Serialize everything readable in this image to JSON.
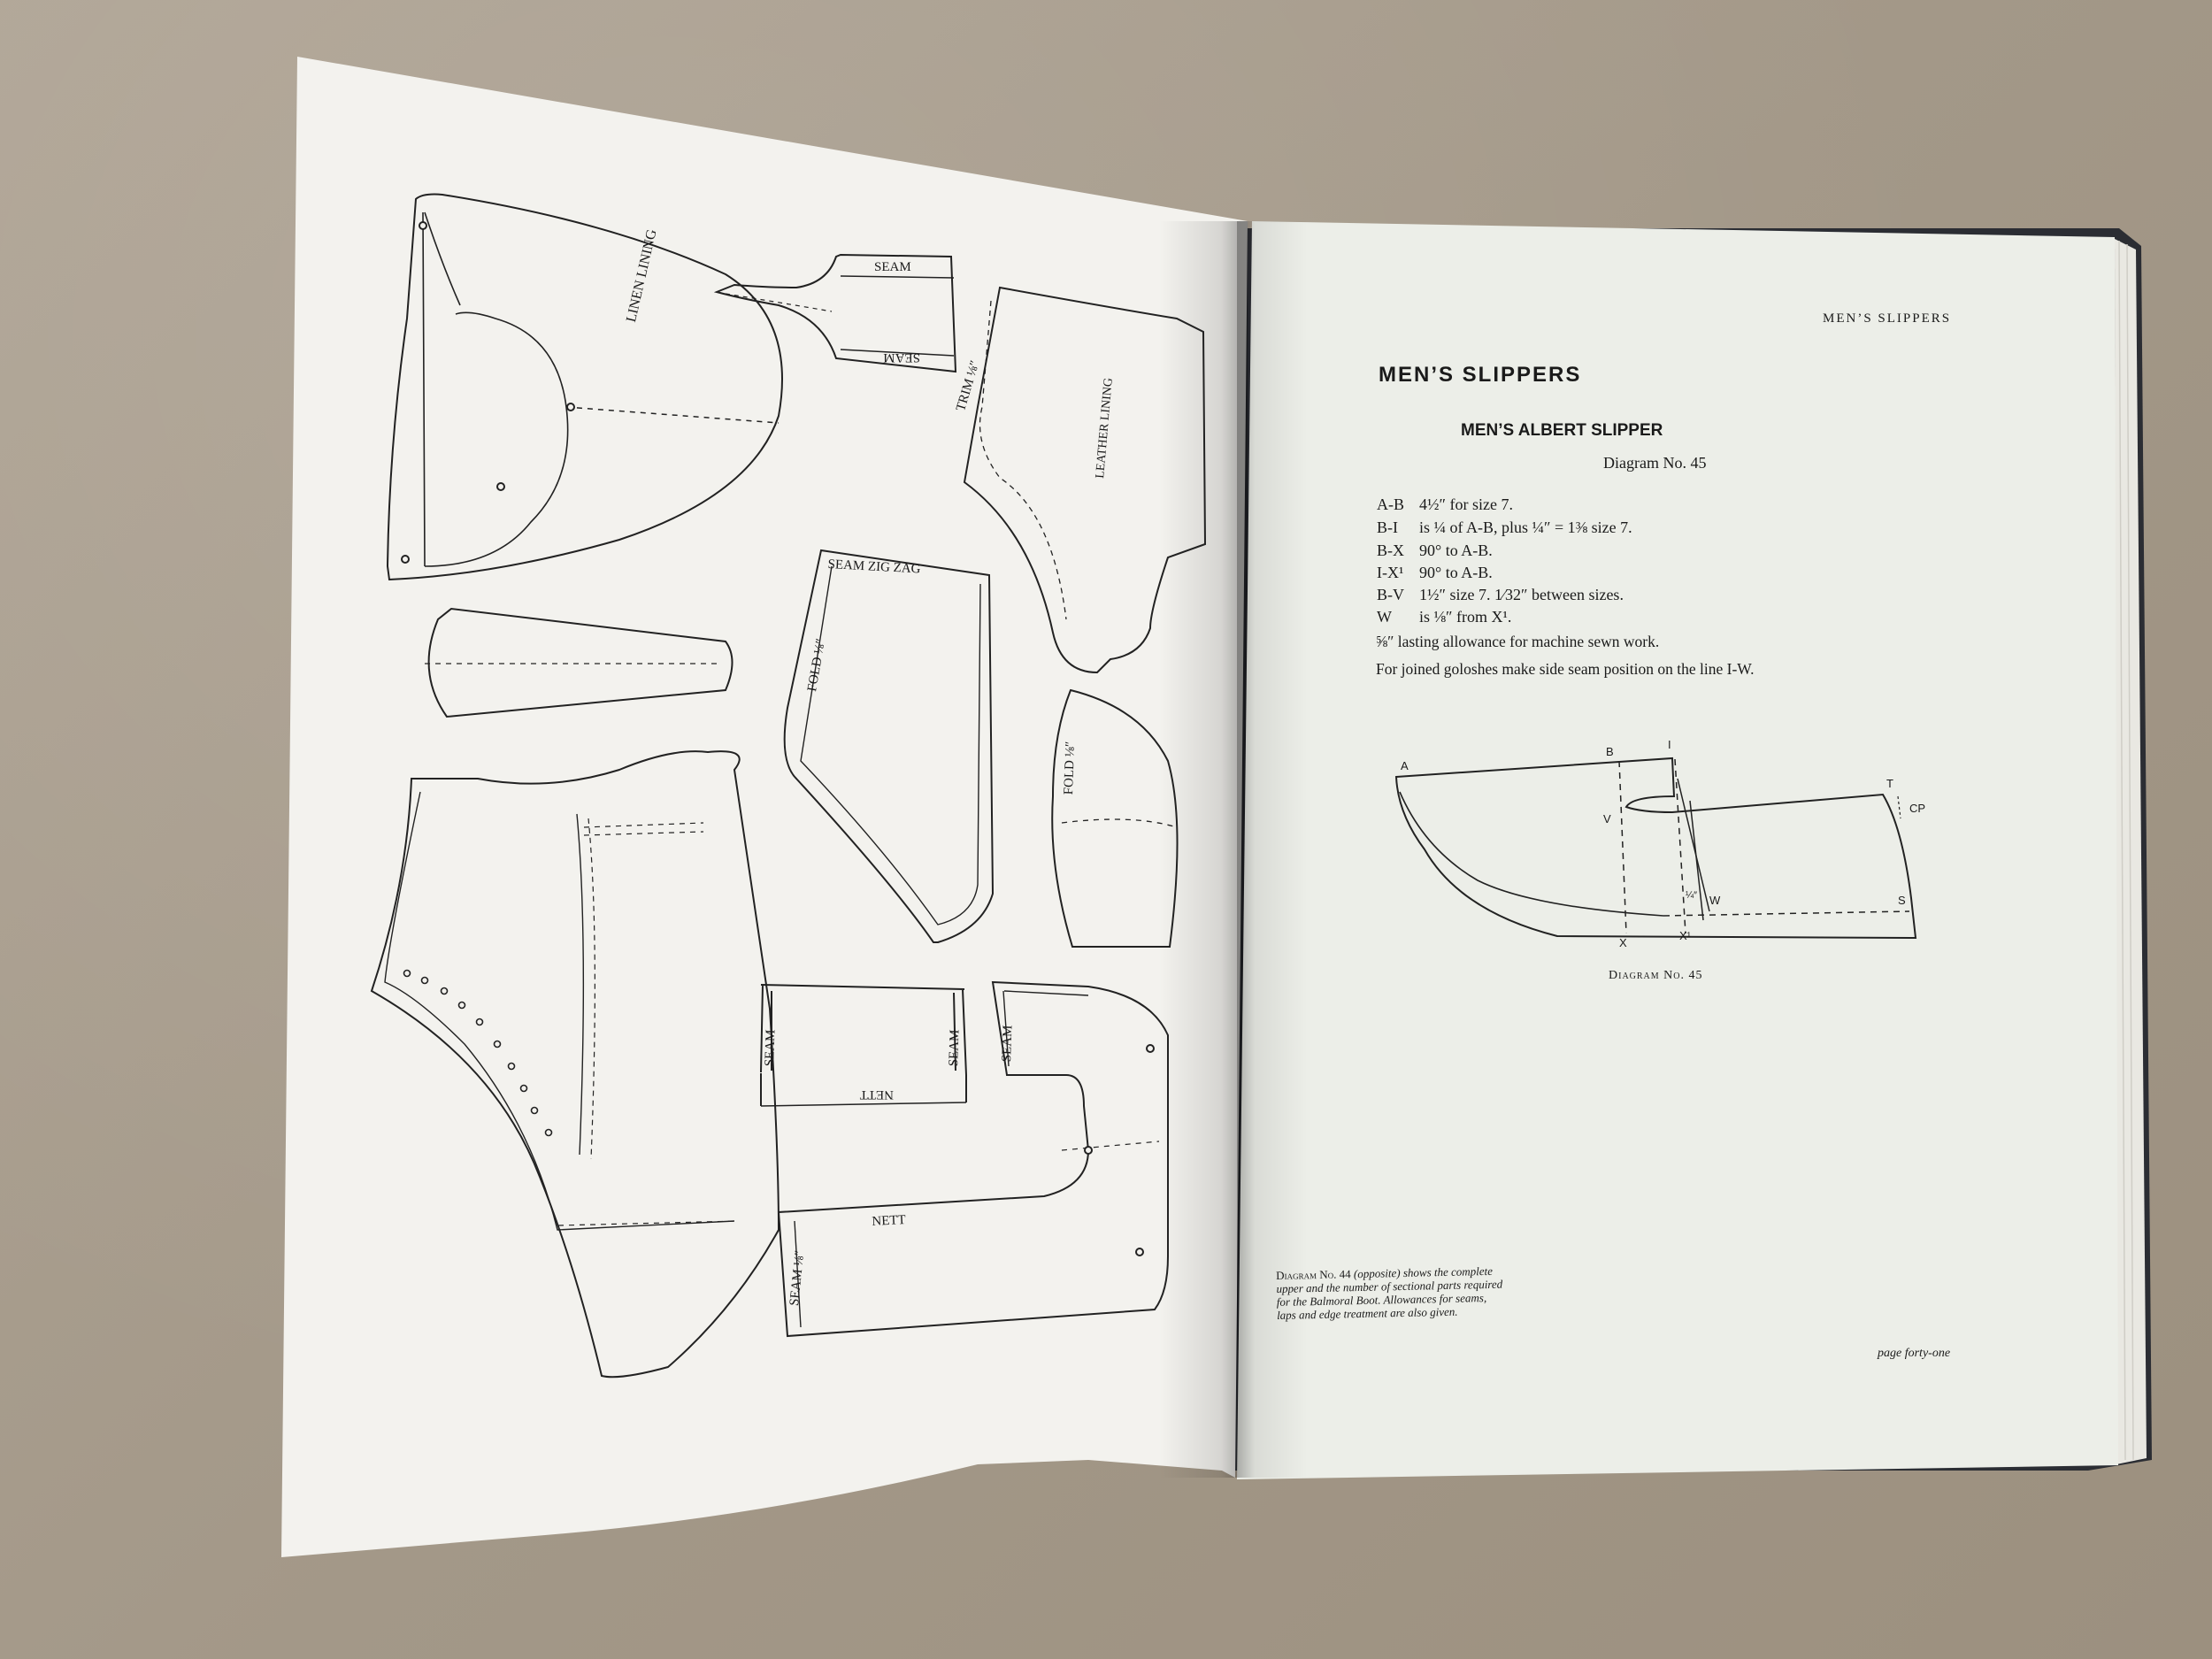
{
  "right_page": {
    "running_head": "MEN’S SLIPPERS",
    "title": "MEN’S SLIPPERS",
    "subtitle": "MEN’S ALBERT SLIPPER",
    "diagram_number": "Diagram No. 45",
    "measurements": [
      {
        "key": "A-B",
        "text": "4½″ for size 7."
      },
      {
        "key": "B-I",
        "text": "is ¼ of A-B, plus ¼″ = 1⅜ size 7."
      },
      {
        "key": "B-X",
        "text": "90° to A-B."
      },
      {
        "key": "I-X¹",
        "text": "90° to A-B."
      },
      {
        "key": "B-V",
        "text": "1½″ size 7.  1⁄32″ between sizes."
      },
      {
        "key": "W",
        "text": "is ⅛″ from X¹."
      }
    ],
    "notes": [
      "⅝″ lasting allowance for machine sewn work.",
      "For joined goloshes make side seam position on the line I-W."
    ],
    "diagram_labels": {
      "a": "A",
      "b": "B",
      "i": "I",
      "t": "T",
      "cp": "CP",
      "v": "V",
      "s": "S",
      "x": "X",
      "x1": "X¹",
      "w": "W",
      "quarter": "¼″"
    },
    "caption": "Diagram No. 45",
    "page_number": "page forty-one",
    "side_note": {
      "lead": "Diagram No. 44",
      "lead_suffix": "(opposite)",
      "body": "shows the complete upper and the number of sectional parts required for the Balmoral Boot. Allowances for seams, laps and edge treatment are also given."
    }
  },
  "left_page": {
    "labels": {
      "linen_lining": "LINEN LINING",
      "seam_top": "SEAM",
      "seam_bottom_inverted": "SEAM",
      "trim": "TRIM ⅛″",
      "leather_lining": "LEATHER LINING",
      "seam_zig_zag": "SEAM  ZIG ZAG",
      "fold_left": "FOLD ⅛″",
      "fold_right": "FOLD ⅛″",
      "seam_a": "SEAM",
      "seam_b": "SEAM",
      "seam_c": "SEAM",
      "nett_inverted": "NETT",
      "nett": "NETT",
      "seam_d": "SEAM ⅛″"
    }
  }
}
